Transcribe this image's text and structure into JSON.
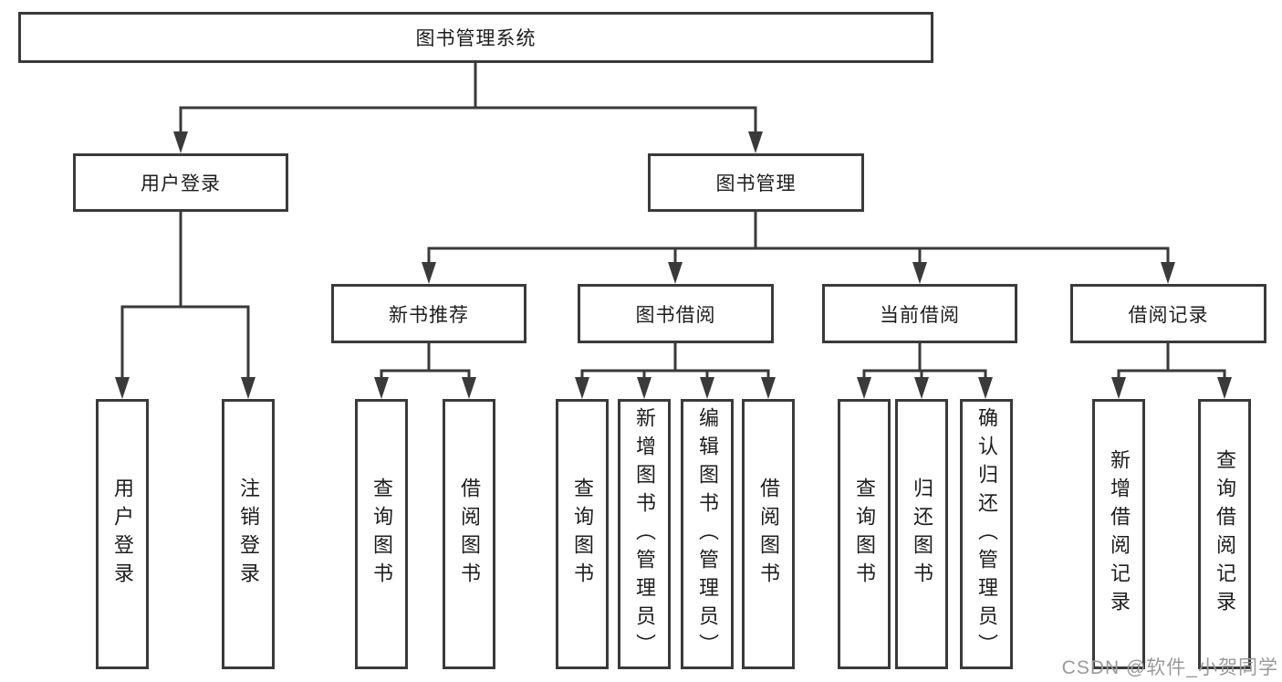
{
  "diagram": {
    "type": "hierarchy-tree",
    "root": {
      "label": "图书管理系统",
      "children": [
        {
          "label": "用户登录",
          "children": [
            {
              "label": "用户登录"
            },
            {
              "label": "注销登录"
            }
          ]
        },
        {
          "label": "图书管理",
          "children": [
            {
              "label": "新书推荐",
              "children": [
                {
                  "label": "查询图书"
                },
                {
                  "label": "借阅图书"
                }
              ]
            },
            {
              "label": "图书借阅",
              "children": [
                {
                  "label": "查询图书"
                },
                {
                  "label": "新增图书（管理员）"
                },
                {
                  "label": "编辑图书（管理员）"
                },
                {
                  "label": "借阅图书"
                }
              ]
            },
            {
              "label": "当前借阅",
              "children": [
                {
                  "label": "查询图书"
                },
                {
                  "label": "归还图书"
                },
                {
                  "label": "确认归还（管理员）"
                }
              ]
            },
            {
              "label": "借阅记录",
              "children": [
                {
                  "label": "新增借阅记录"
                },
                {
                  "label": "查询借阅记录"
                }
              ]
            }
          ]
        }
      ]
    }
  },
  "watermark": {
    "text": "CSDN @软件_小贺同学"
  },
  "colors": {
    "line": "#3a3a3a",
    "text": "#1d1d1d",
    "watermark": "#9a9a9a",
    "background": "#ffffff"
  }
}
